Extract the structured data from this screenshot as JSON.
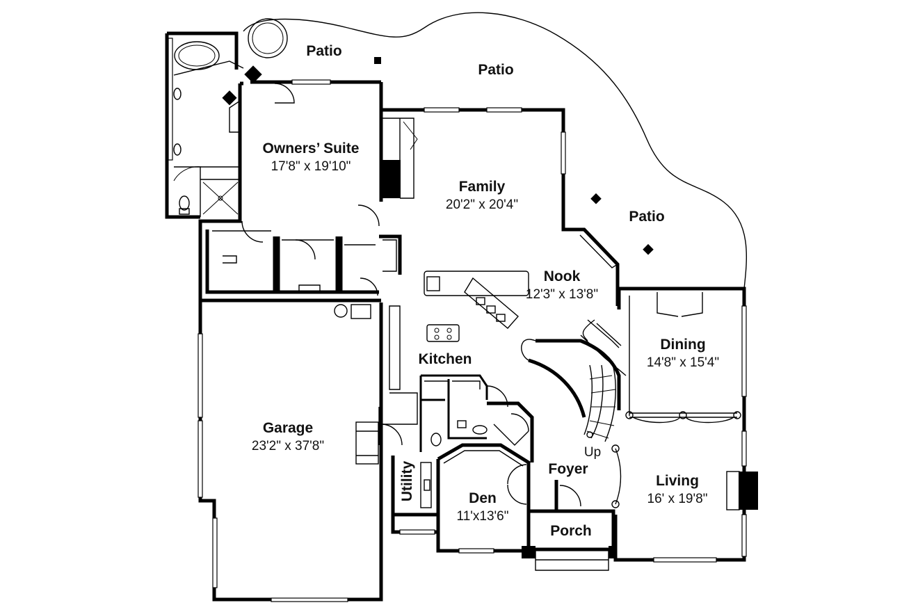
{
  "rooms": {
    "owners_suite": {
      "name": "Owners’ Suite",
      "dims": "17'8\" x 19'10\""
    },
    "family": {
      "name": "Family",
      "dims": "20'2\" x 20'4\""
    },
    "nook": {
      "name": "Nook",
      "dims": "12'3\" x 13'8\""
    },
    "dining": {
      "name": "Dining",
      "dims": "14'8\" x 15'4\""
    },
    "kitchen": {
      "name": "Kitchen"
    },
    "garage": {
      "name": "Garage",
      "dims": "23'2\" x 37'8\""
    },
    "utility": {
      "name": "Utility"
    },
    "den": {
      "name": "Den",
      "dims": "11'x13'6\""
    },
    "foyer": {
      "name": "Foyer"
    },
    "living": {
      "name": "Living",
      "dims": "16' x 19'8\""
    },
    "porch": {
      "name": "Porch"
    }
  },
  "patios": [
    "Patio",
    "Patio",
    "Patio"
  ],
  "stair_label": "Up"
}
